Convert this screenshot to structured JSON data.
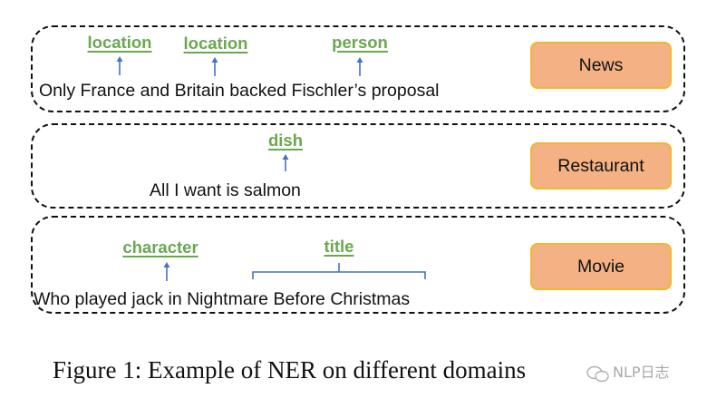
{
  "panels": [
    {
      "sentence": "Only France and Britain backed Fischler’s proposal",
      "domain": "News",
      "entities": [
        {
          "label": "location",
          "span": "France"
        },
        {
          "label": "location",
          "span": "Britain"
        },
        {
          "label": "person",
          "span": "Fischler"
        }
      ]
    },
    {
      "sentence": "All I want is salmon",
      "domain": "Restaurant",
      "entities": [
        {
          "label": "dish",
          "span": "salmon"
        }
      ]
    },
    {
      "sentence": "Who played jack in Nightmare Before Christmas",
      "domain": "Movie",
      "entities": [
        {
          "label": "character",
          "span": "jack"
        },
        {
          "label": "title",
          "span": "Nightmare Before Christmas"
        }
      ]
    }
  ],
  "caption": "Figure 1: Example of NER on different domains",
  "watermark": "NLP日志",
  "colors": {
    "entity_label": "#6aa84f",
    "arrow": "#4472c4",
    "domain_fill": "#f4b183",
    "domain_border": "#f2b72f",
    "panel_border": "#111111"
  }
}
